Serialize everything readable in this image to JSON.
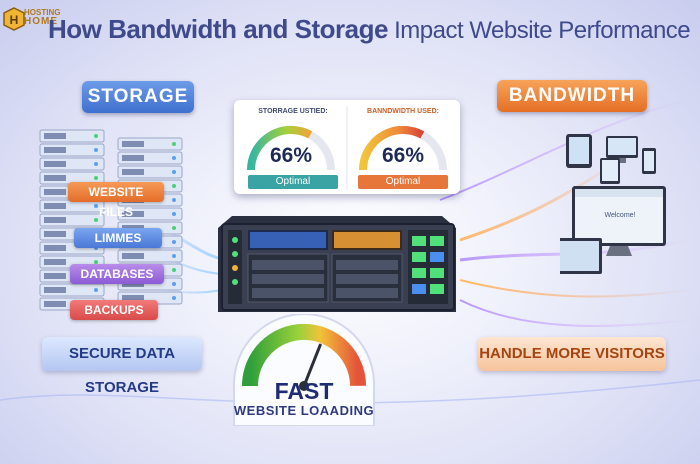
{
  "header": {
    "logo_line1": "HOSTING",
    "logo_line2": "HOME",
    "title_bold": "How Bandwidth and Storage",
    "title_rest": " Impact Website Performance"
  },
  "storage": {
    "label": "STORAGE",
    "tags": [
      "WEBSITE FILES",
      "LIMMES",
      "DATABASES",
      "BACKUPS"
    ],
    "banner": "SECURE DATA STORAGE"
  },
  "bandwidth": {
    "label": "BANDWIDTH",
    "banner": "HANDLE MORE VISITORS",
    "screen_text": "Welcome!"
  },
  "meters": [
    {
      "title": "STORRAGE USTIED:",
      "value": "66%",
      "status": "Optimal",
      "fraction": 0.66,
      "status_color": "#3aa3a3"
    },
    {
      "title": "BANNDWIDTH USED:",
      "value": "66%",
      "status": "Optimal",
      "fraction": 0.66,
      "status_color": "#e6763a"
    }
  ],
  "speed": {
    "headline": "FAST",
    "subline": "WEBSITE LOAADING",
    "fraction": 0.62
  },
  "colors": {
    "storage_accent": "#4a78d6",
    "bandwidth_accent": "#e56f24",
    "title": "#3f4a8c"
  }
}
